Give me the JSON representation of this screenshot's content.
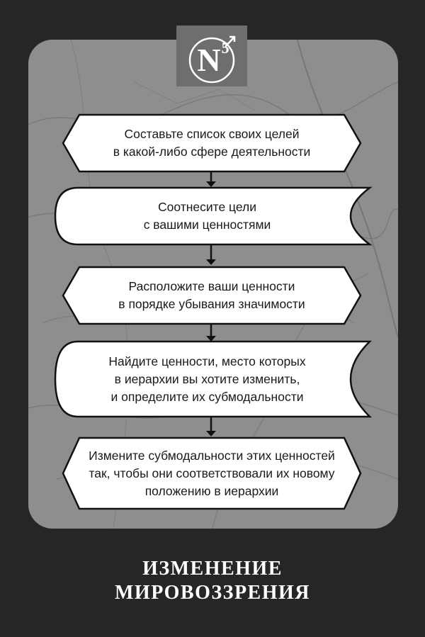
{
  "badge": {
    "letter": "N",
    "superscript": "5"
  },
  "steps": [
    {
      "shape": "hexagon",
      "lines": [
        "Составьте список своих целей",
        "в какой-либо сфере деятельности"
      ]
    },
    {
      "shape": "scroll",
      "lines": [
        "Соотнесите цели",
        "с вашими ценностями"
      ]
    },
    {
      "shape": "hexagon",
      "lines": [
        "Расположите ваши ценности",
        "в порядке убывания значимости"
      ]
    },
    {
      "shape": "scroll",
      "lines": [
        "Найдите ценности, место которых",
        "в иерархии вы хотите изменить,",
        "и определите их субмодальности"
      ]
    },
    {
      "shape": "hexagon",
      "lines": [
        "Измените субмодальности этих ценностей",
        "так, чтобы они соответствовали их новому",
        "положению в иерархии"
      ]
    }
  ],
  "title": {
    "line1": "ИЗМЕНЕНИЕ",
    "line2": "МИРОВОЗЗРЕНИЯ"
  },
  "colors": {
    "background": "#262626",
    "card": "#8e8e8e",
    "box_fill": "#ffffff",
    "stroke": "#111111",
    "badge": "#6e6e6e"
  }
}
